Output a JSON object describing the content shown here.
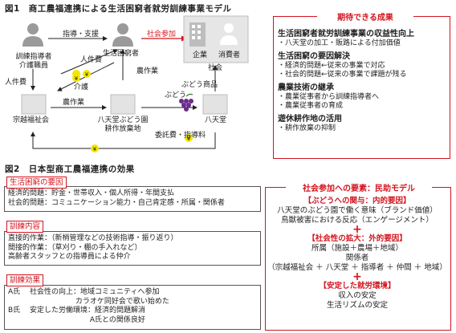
{
  "fig1": {
    "title": "図1　商工農福連携による生活困窮者就労訓練事業モデル",
    "person_trainer": "訓練指導者\n介護職員",
    "person_needy": "生活困窮者",
    "guidance": "指導・支援",
    "social_participation": "社会参加",
    "company": "企業",
    "consumer": "消費者",
    "society": "社会",
    "labor_cost_1": "人件費",
    "labor_cost_2": "人件費",
    "nursing": "介護",
    "farm_work_1": "農作業",
    "farm_work_2": "農作業",
    "grape_products": "ぶどう商品",
    "grape": "ぶどう",
    "org_left": "宗越福祉会",
    "org_mid": "八天堂ぶどう園\n耕作放棄地",
    "org_right": "八天堂",
    "commission": "委託費・指導料",
    "yen": "¥"
  },
  "results": {
    "heading": "期待できる成果",
    "groups": [
      {
        "title": "生活困窮者就労訓練事業の収益性向上",
        "items": [
          "・八天堂の加工・販路による付加価値"
        ]
      },
      {
        "title": "生活困窮の要因解決",
        "items": [
          "・経済的問題←従来の事業で対応",
          "・社会的問題←従来の事業で課題が残る"
        ]
      },
      {
        "title": "農業技術の継承",
        "items": [
          "・農業従事者から訓練指導者へ",
          "・農業従事者の育成"
        ]
      },
      {
        "title": "遊休耕作地の活用",
        "items": [
          "・耕作放棄の抑制"
        ]
      }
    ]
  },
  "fig2": {
    "title": "図2　日本型商工農福連携の効果",
    "sec1_label": "生活困窮の要因",
    "sec1_lines": [
      "経済的問題：貯金・世帯収入・個人所得・年間支払",
      "社会的問題：コミュニケーション能力・自己肯定感・所属・関係者"
    ],
    "sec2_label": "訓練内容",
    "sec2_lines": [
      "直接的作業：（新梢管理などの技術指導・振り返り）",
      "間接的作業：（草刈り・棚の手入れなど）",
      "高齢者スタッフとの指導員による仲介"
    ],
    "sec3_label": "訓練効果",
    "sec3_lines": [
      "A氏　 社会性の向上：地域コミュニティへ参加",
      "　　　　　　　　　 カラオケ同好会で歌い始めた",
      "B氏　 安定した労働環境：経済的問題解消",
      "　　　　　　　　　　　 A氏との関係良好"
    ]
  },
  "model": {
    "heading": "社会参加への要素：民助モデル",
    "s1_title": "【ぶどうへの関与：内的要因】",
    "s1_lines": [
      "八天堂のぶどう園で働く意味（ブランド価値）",
      "鳥獣被害における反応（エンゲージメント）"
    ],
    "plus": "+",
    "s2_title": "【社会性の拡大：外的要因】",
    "s2_lines": [
      "所属（施設＋農場＋地域）",
      "関係者",
      "（宗越福祉会 ＋ 八天堂 ＋ 指導者 ＋ 仲間 ＋ 地域）"
    ],
    "s3_title": "【安定した就労環境】",
    "s3_lines": [
      "収入の安定",
      "生活リズムの安定"
    ]
  },
  "colors": {
    "accent": "#d2141e",
    "icon": "#9a9a9a",
    "box": "#bdbdbd",
    "yellow": "#f3e600",
    "grape": "#6b2c8a"
  }
}
